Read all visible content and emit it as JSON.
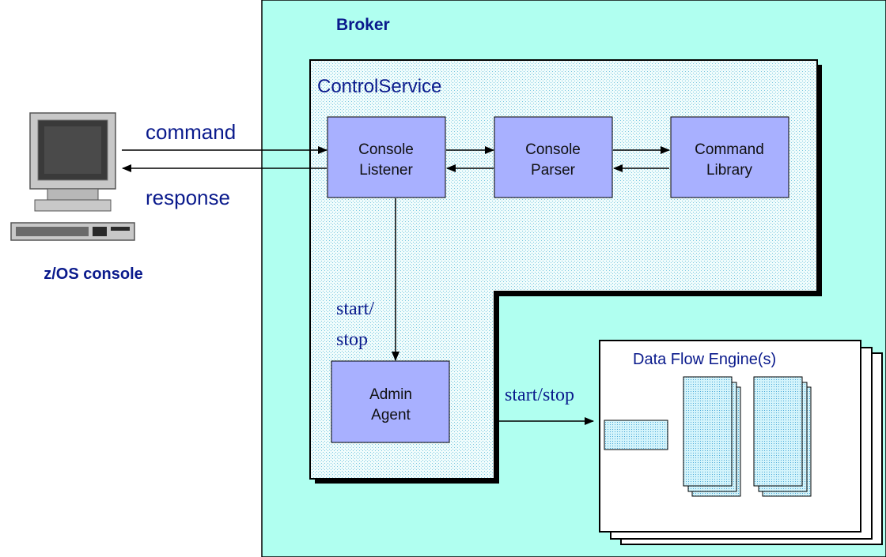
{
  "broker": {
    "label": "Broker",
    "fill": "#b0fff0"
  },
  "control_service": {
    "label": "ControlService"
  },
  "console": {
    "label": "z/OS console"
  },
  "arrows": {
    "command": "command",
    "response": "response"
  },
  "components": {
    "console_listener": {
      "line1": "Console",
      "line2": "Listener"
    },
    "console_parser": {
      "line1": "Console",
      "line2": "Parser"
    },
    "command_library": {
      "line1": "Command",
      "line2": "Library"
    },
    "admin_agent": {
      "line1": "Admin",
      "line2": "Agent"
    }
  },
  "start_stop_vertical": {
    "line1": "start/",
    "line2": "stop"
  },
  "start_stop_horizontal": "start/stop",
  "data_flow_engine": {
    "label": "Data Flow Engine(s)"
  },
  "colors": {
    "component_fill": "#a8b0ff",
    "label_navy": "#0a1a8c",
    "text_dark": "#101010"
  }
}
